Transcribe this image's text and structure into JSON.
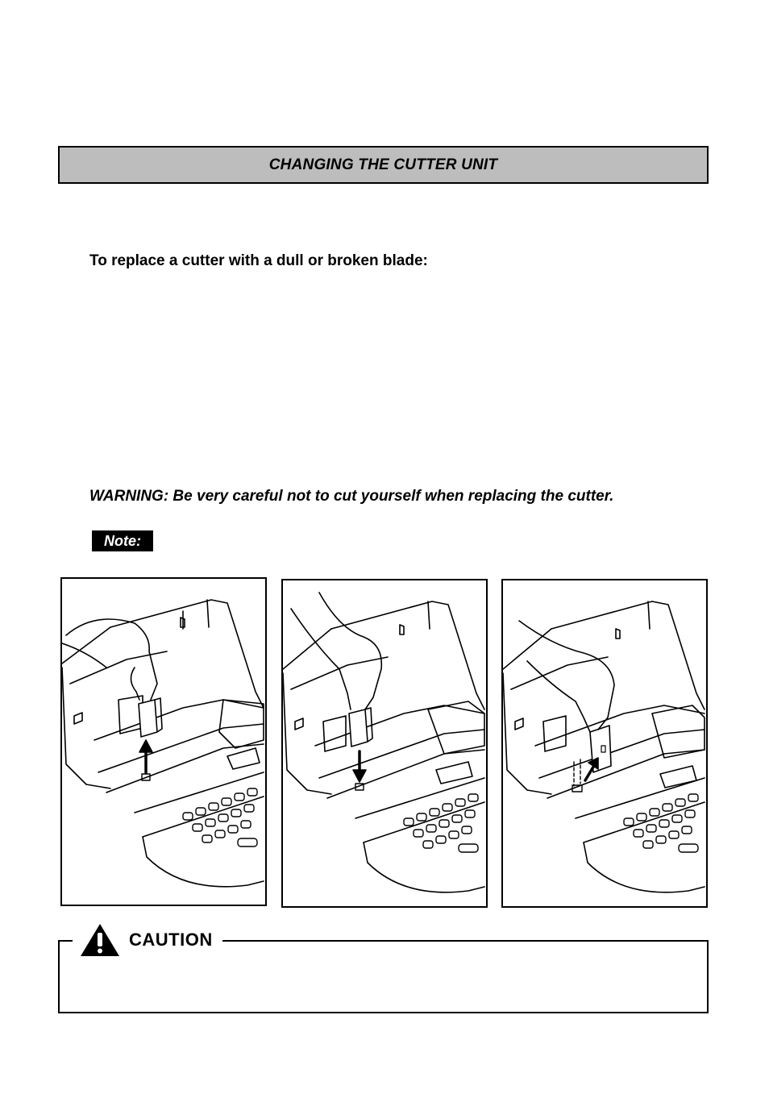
{
  "section": {
    "title": "CHANGING THE CUTTER UNIT"
  },
  "intro": {
    "text": "To replace a cutter with a dull or broken blade:"
  },
  "warning": {
    "text": "WARNING:  Be very careful not to cut yourself when replacing the cutter."
  },
  "note": {
    "label": "Note:"
  },
  "figures": [
    {
      "icon": "arrow-up-icon"
    },
    {
      "icon": "arrow-down-icon"
    },
    {
      "icon": "arrow-diagonal-icon"
    }
  ],
  "caution": {
    "label": "CAUTION",
    "icon": "warning-triangle-icon",
    "text": ""
  }
}
